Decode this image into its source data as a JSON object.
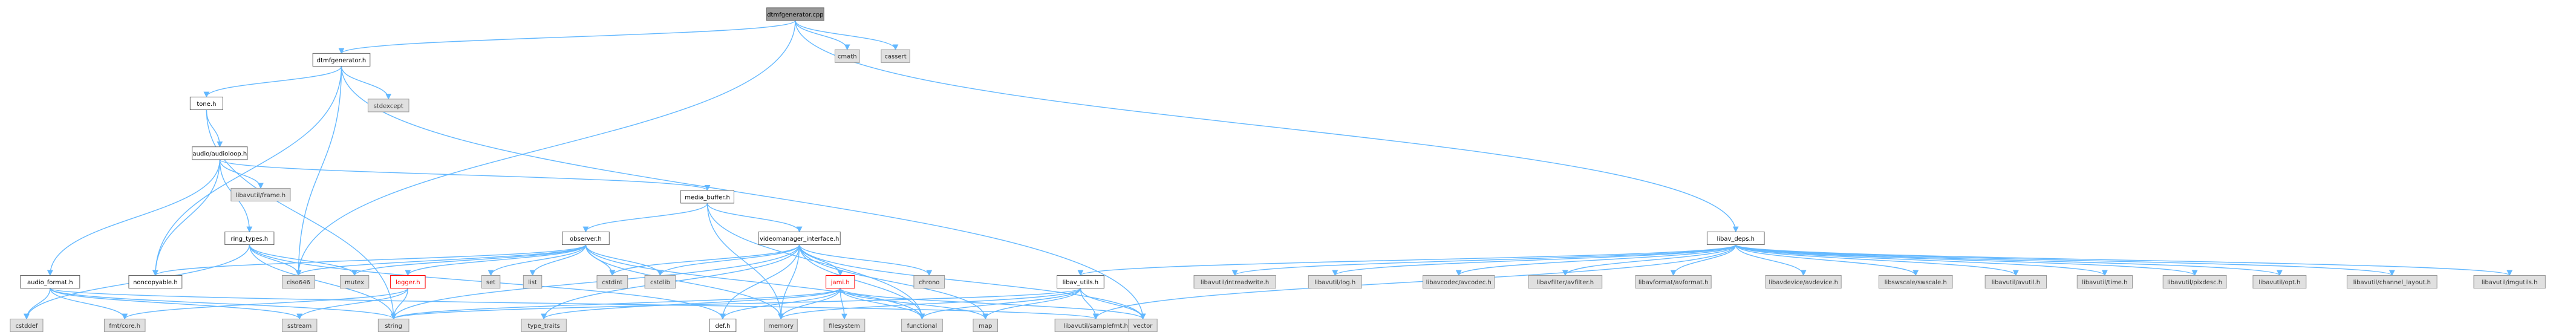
{
  "diagram": {
    "title": "",
    "colors": {
      "edge": "#63b8ff",
      "root_fill": "#999999",
      "system_fill": "#e0e0e0",
      "doc_border": "#666666",
      "highlight": "#ff0000"
    },
    "nodes": [
      {
        "id": "root",
        "label": "dtmfgenerator.cpp",
        "kind": "root"
      },
      {
        "id": "cmath",
        "label": "cmath",
        "kind": "sys"
      },
      {
        "id": "cassert",
        "label": "cassert",
        "kind": "sys"
      },
      {
        "id": "dtmfh",
        "label": "dtmfgenerator.h",
        "kind": "doc"
      },
      {
        "id": "stdexcept",
        "label": "stdexcept",
        "kind": "sys"
      },
      {
        "id": "toneh",
        "label": "tone.h",
        "kind": "doc"
      },
      {
        "id": "audioloop",
        "label": "audio/audioloop.h",
        "kind": "doc"
      },
      {
        "id": "avframe",
        "label": "libavutil/frame.h",
        "kind": "sys"
      },
      {
        "id": "mediabuffer",
        "label": "media_buffer.h",
        "kind": "doc"
      },
      {
        "id": "ringtypes",
        "label": "ring_types.h",
        "kind": "doc"
      },
      {
        "id": "observer",
        "label": "observer.h",
        "kind": "doc"
      },
      {
        "id": "vmi",
        "label": "videomanager_interface.h",
        "kind": "doc"
      },
      {
        "id": "libavdeps",
        "label": "libav_deps.h",
        "kind": "doc"
      },
      {
        "id": "audioformat",
        "label": "audio_format.h",
        "kind": "doc"
      },
      {
        "id": "noncopyable",
        "label": "noncopyable.h",
        "kind": "doc"
      },
      {
        "id": "ciso646",
        "label": "ciso646",
        "kind": "sys"
      },
      {
        "id": "mutex",
        "label": "mutex",
        "kind": "sys"
      },
      {
        "id": "logger",
        "label": "logger.h",
        "kind": "warn"
      },
      {
        "id": "set",
        "label": "set",
        "kind": "sys"
      },
      {
        "id": "list",
        "label": "list",
        "kind": "sys"
      },
      {
        "id": "cstdint",
        "label": "cstdint",
        "kind": "sys"
      },
      {
        "id": "cstdlib",
        "label": "cstdlib",
        "kind": "sys"
      },
      {
        "id": "jami",
        "label": "jami.h",
        "kind": "warn"
      },
      {
        "id": "chrono",
        "label": "chrono",
        "kind": "sys"
      },
      {
        "id": "libavutils",
        "label": "libav_utils.h",
        "kind": "doc"
      },
      {
        "id": "intreadwrite",
        "label": "libavutil/intreadwrite.h",
        "kind": "sys"
      },
      {
        "id": "log",
        "label": "libavutil/log.h",
        "kind": "sys"
      },
      {
        "id": "avcodec",
        "label": "libavcodec/avcodec.h",
        "kind": "sys"
      },
      {
        "id": "avfilter",
        "label": "libavfilter/avfilter.h",
        "kind": "sys"
      },
      {
        "id": "avformat",
        "label": "libavformat/avformat.h",
        "kind": "sys"
      },
      {
        "id": "avdevice",
        "label": "libavdevice/avdevice.h",
        "kind": "sys"
      },
      {
        "id": "swscale",
        "label": "libswscale/swscale.h",
        "kind": "sys"
      },
      {
        "id": "avutil",
        "label": "libavutil/avutil.h",
        "kind": "sys"
      },
      {
        "id": "avtime",
        "label": "libavutil/time.h",
        "kind": "sys"
      },
      {
        "id": "pixdesc",
        "label": "libavutil/pixdesc.h",
        "kind": "sys"
      },
      {
        "id": "opt",
        "label": "libavutil/opt.h",
        "kind": "sys"
      },
      {
        "id": "chlayout",
        "label": "libavutil/channel_layout.h",
        "kind": "sys"
      },
      {
        "id": "imgutils",
        "label": "libavutil/imgutils.h",
        "kind": "sys"
      },
      {
        "id": "cstddef",
        "label": "cstddef",
        "kind": "sys"
      },
      {
        "id": "fmtcore",
        "label": "fmt/core.h",
        "kind": "sys"
      },
      {
        "id": "sstream",
        "label": "sstream",
        "kind": "sys"
      },
      {
        "id": "string",
        "label": "string",
        "kind": "sys"
      },
      {
        "id": "typetraits",
        "label": "type_traits",
        "kind": "sys"
      },
      {
        "id": "defh",
        "label": "def.h",
        "kind": "doc"
      },
      {
        "id": "memory",
        "label": "memory",
        "kind": "sys"
      },
      {
        "id": "filesystem",
        "label": "filesystem",
        "kind": "sys"
      },
      {
        "id": "functional",
        "label": "functional",
        "kind": "sys"
      },
      {
        "id": "map",
        "label": "map",
        "kind": "sys"
      },
      {
        "id": "samplefmt",
        "label": "libavutil/samplefmt.h",
        "kind": "sys"
      },
      {
        "id": "vector",
        "label": "vector",
        "kind": "sys"
      }
    ],
    "edges": [
      [
        "root",
        "cmath"
      ],
      [
        "root",
        "cassert"
      ],
      [
        "root",
        "dtmfh"
      ],
      [
        "root",
        "libavdeps"
      ],
      [
        "root",
        "ciso646"
      ],
      [
        "dtmfh",
        "stdexcept"
      ],
      [
        "dtmfh",
        "toneh"
      ],
      [
        "dtmfh",
        "vector"
      ],
      [
        "dtmfh",
        "noncopyable"
      ],
      [
        "dtmfh",
        "ciso646"
      ],
      [
        "toneh",
        "audioloop"
      ],
      [
        "toneh",
        "string"
      ],
      [
        "audioloop",
        "avframe"
      ],
      [
        "audioloop",
        "mediabuffer"
      ],
      [
        "audioloop",
        "ringtypes"
      ],
      [
        "audioloop",
        "audioformat"
      ],
      [
        "audioloop",
        "noncopyable"
      ],
      [
        "mediabuffer",
        "observer"
      ],
      [
        "mediabuffer",
        "vmi"
      ],
      [
        "mediabuffer",
        "memory"
      ],
      [
        "mediabuffer",
        "functional"
      ],
      [
        "ringtypes",
        "cstddef"
      ],
      [
        "ringtypes",
        "ciso646"
      ],
      [
        "ringtypes",
        "mutex"
      ],
      [
        "ringtypes",
        "string"
      ],
      [
        "ringtypes",
        "defh"
      ],
      [
        "audioformat",
        "fmtcore"
      ],
      [
        "audioformat",
        "sstream"
      ],
      [
        "audioformat",
        "string"
      ],
      [
        "audioformat",
        "cstddef"
      ],
      [
        "audioformat",
        "samplefmt"
      ],
      [
        "observer",
        "noncopyable"
      ],
      [
        "observer",
        "ciso646"
      ],
      [
        "observer",
        "mutex"
      ],
      [
        "observer",
        "logger"
      ],
      [
        "observer",
        "set"
      ],
      [
        "observer",
        "list"
      ],
      [
        "observer",
        "cstdint"
      ],
      [
        "observer",
        "cstdlib"
      ],
      [
        "observer",
        "memory"
      ],
      [
        "observer",
        "functional"
      ],
      [
        "vmi",
        "cstdint"
      ],
      [
        "vmi",
        "cstdlib"
      ],
      [
        "vmi",
        "jami"
      ],
      [
        "vmi",
        "chrono"
      ],
      [
        "vmi",
        "defh"
      ],
      [
        "vmi",
        "memory"
      ],
      [
        "vmi",
        "functional"
      ],
      [
        "vmi",
        "map"
      ],
      [
        "vmi",
        "vector"
      ],
      [
        "vmi",
        "typetraits"
      ],
      [
        "vmi",
        "string"
      ],
      [
        "logger",
        "fmtcore"
      ],
      [
        "logger",
        "sstream"
      ],
      [
        "logger",
        "string"
      ],
      [
        "jami",
        "string"
      ],
      [
        "jami",
        "typetraits"
      ],
      [
        "jami",
        "defh"
      ],
      [
        "jami",
        "memory"
      ],
      [
        "jami",
        "filesystem"
      ],
      [
        "jami",
        "functional"
      ],
      [
        "jami",
        "map"
      ],
      [
        "jami",
        "vector"
      ],
      [
        "libavdeps",
        "libavutils"
      ],
      [
        "libavdeps",
        "intreadwrite"
      ],
      [
        "libavdeps",
        "log"
      ],
      [
        "libavdeps",
        "avcodec"
      ],
      [
        "libavdeps",
        "avfilter"
      ],
      [
        "libavdeps",
        "avformat"
      ],
      [
        "libavdeps",
        "avdevice"
      ],
      [
        "libavdeps",
        "swscale"
      ],
      [
        "libavdeps",
        "avutil"
      ],
      [
        "libavdeps",
        "avtime"
      ],
      [
        "libavdeps",
        "pixdesc"
      ],
      [
        "libavdeps",
        "opt"
      ],
      [
        "libavdeps",
        "chlayout"
      ],
      [
        "libavdeps",
        "imgutils"
      ],
      [
        "libavdeps",
        "samplefmt"
      ],
      [
        "libavutils",
        "string"
      ],
      [
        "libavutils",
        "map"
      ],
      [
        "libavutils",
        "memory"
      ],
      [
        "libavutils",
        "functional"
      ],
      [
        "libavutils",
        "samplefmt"
      ],
      [
        "libavutils",
        "vector"
      ]
    ]
  }
}
